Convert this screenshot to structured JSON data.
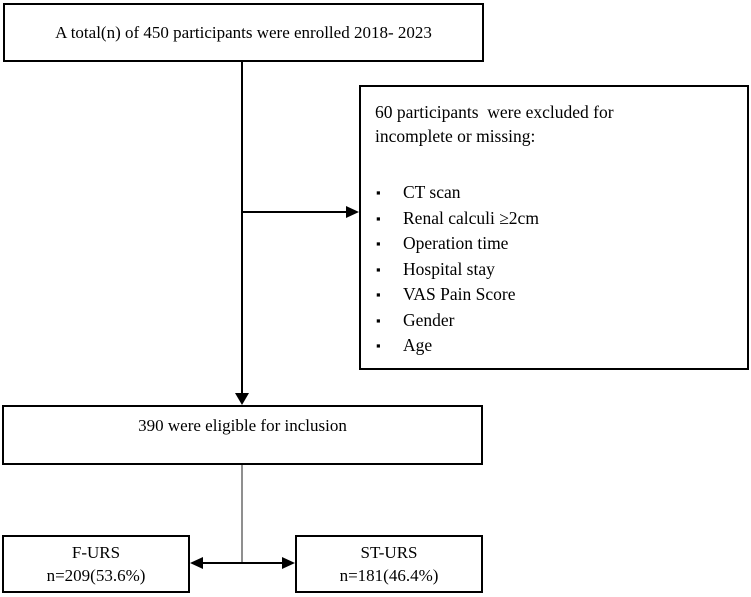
{
  "palette": {
    "background": "#ffffff",
    "line": "#000000",
    "connector_gray": "#8f8f8f"
  },
  "boxes": {
    "enrolled": {
      "text": "A total(n) of 450 participants were enrolled 2018- 2023"
    },
    "excluded": {
      "heading_line1": "60 participants  were excluded for",
      "heading_line2": "incomplete or missing:",
      "bullet_glyph": "▪",
      "items": [
        "CT scan",
        "Renal calculi ≥2cm",
        "Operation time",
        "Hospital stay",
        "VAS Pain Score",
        "Gender",
        "Age"
      ]
    },
    "eligible": {
      "text": "390 were eligible for inclusion"
    },
    "furs": {
      "name": "F-URS",
      "count": "n=209(53.6%)"
    },
    "sturs": {
      "name": "ST-URS",
      "count": "n=181(46.4%)"
    }
  }
}
